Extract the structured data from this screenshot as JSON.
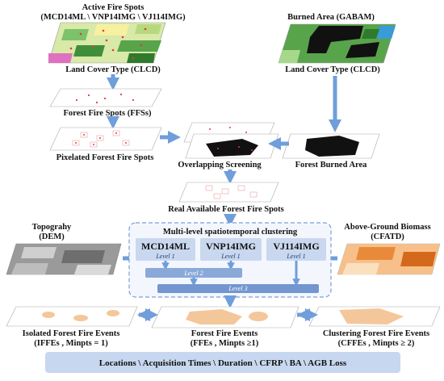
{
  "nodes": {
    "active_fire_title": "Active Fire Spots",
    "active_fire_sources": "(MCD14ML \\ VNP14IMG \\ VJ114IMG)",
    "land_cover_left": "Land Cover Type (CLCD)",
    "forest_fire_spots": "Forest Fire Spots (FFSs)",
    "pixelated_spots": "Pixelated Forest Fire Spots",
    "overlapping": "Overlapping Screening",
    "real_available": "Real Available Forest Fire Spots",
    "burned_area": "Burned Area (GABAM)",
    "land_cover_right": "Land Cover Type (CLCD)",
    "forest_burned": "Forest Burned Area",
    "topography_title": "Topograhy",
    "topography_source": "(DEM)",
    "biomass_title": "Above-Ground Biomass",
    "biomass_source": "(CFATD)"
  },
  "clustering": {
    "title": "Multi-level spatiotemporal clustering",
    "products": [
      "MCD14ML",
      "VNP14IMG",
      "VJ114IMG"
    ],
    "level1": "Level 1",
    "level2": "Level 2",
    "level3": "Level 3"
  },
  "events": {
    "isolated_title": "Isolated Forest Fire Events",
    "isolated_params": "(IFFEs , Minpts = 1)",
    "forest_title": "Forest Fire Events",
    "forest_params": "(FFEs ,  Minpts ≥1)",
    "cluster_title": "Clustering Forest Fire Events",
    "cluster_params": "(CFFEs ,  Minpts ≥ 2)"
  },
  "footer": {
    "text": "Locations \\ Acquisition Times \\ Duration \\ CFRP \\ BA \\ AGB Loss"
  },
  "colors": {
    "arrow": "#6f9edb",
    "cluster_box": "#c9d8ef",
    "level_bar": "#8aa9d8",
    "footer_bg": "#c7d7ef",
    "fire_red": "#e23b3b",
    "burned_black": "#111111",
    "forest_green": "#3f8f3a",
    "biomass_orange": "#e98a3a"
  }
}
